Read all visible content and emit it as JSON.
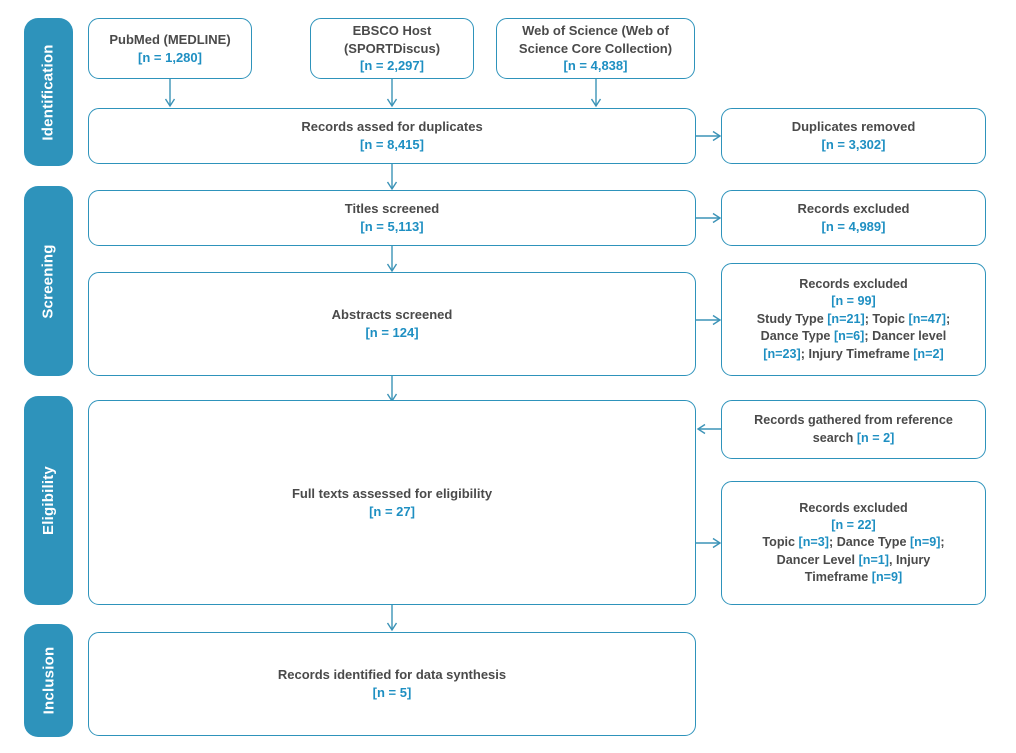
{
  "diagram": {
    "title": "PRISMA study selection flow diagram",
    "type": "prisma-flow",
    "colors": {
      "stage_bar": "#2e93bb",
      "box_border": "#2e93bb",
      "number_text": "#1e8fc2",
      "label_text": "#4a4a4a",
      "stage_label_text": "#ffffff",
      "arrow": "#3c93b7",
      "background": "#ffffff"
    }
  },
  "stages": [
    {
      "id": "identification",
      "label": "Identification"
    },
    {
      "id": "screening",
      "label": "Screening"
    },
    {
      "id": "eligibility",
      "label": "Eligibility"
    },
    {
      "id": "inclusion",
      "label": "Inclusion"
    }
  ],
  "sources": [
    {
      "id": "pubmed",
      "label": "PubMed (MEDLINE)",
      "count": "[n = 1,280]"
    },
    {
      "id": "ebsco",
      "label": "EBSCO Host\n(SPORTDiscus)",
      "count": "[n = 2,297]"
    },
    {
      "id": "web-of-science",
      "label": "Web of Science (Web of\nScience Core Collection)",
      "count": "[n = 4,838]"
    }
  ],
  "nodes": {
    "duplicates_assessed": {
      "label": "Records assed for duplicates",
      "count": "[n = 8,415]"
    },
    "duplicates_removed": {
      "label": "Duplicates removed",
      "count": "[n = 3,302]"
    },
    "titles_screened": {
      "label": "Titles screened",
      "count": "[n = 5,113]"
    },
    "titles_excluded": {
      "label": "Records excluded",
      "count": "[n = 4,989]"
    },
    "abstracts_screened": {
      "label": "Abstracts screened",
      "count": "[n = 124]"
    },
    "abstracts_excluded": {
      "label": "Records excluded",
      "count": "[n = 99]",
      "reasons": [
        {
          "reason": "Study Type",
          "count": "[n=21]",
          "sep": "; "
        },
        {
          "reason": "Topic",
          "count": "[n=47]",
          "sep": "; "
        },
        {
          "reason": "Dance Type",
          "count": "[n=6]",
          "sep": "; "
        },
        {
          "reason": "Dancer level",
          "count": "[n=23]",
          "sep": "; "
        },
        {
          "reason": "Injury Timeframe",
          "count": "[n=2]",
          "sep": ""
        }
      ]
    },
    "fulltext_assessed": {
      "label": "Full texts assessed for eligibility",
      "count": "[n = 27]"
    },
    "reference_search": {
      "label": "Records gathered from reference search",
      "count": "[n = 2]"
    },
    "fulltext_excluded": {
      "label": "Records excluded",
      "count": "[n = 22]",
      "reasons": [
        {
          "reason": "Topic",
          "count": "[n=3]",
          "sep": "; "
        },
        {
          "reason": "Dance Type",
          "count": "[n=9]",
          "sep": "; "
        },
        {
          "reason": "Dancer Level",
          "count": "[n=1]",
          "sep": ", "
        },
        {
          "reason": "Injury Timeframe",
          "count": "[n=9]",
          "sep": ""
        }
      ]
    },
    "included": {
      "label": "Records identified for data synthesis",
      "count": "[n = 5]"
    }
  }
}
